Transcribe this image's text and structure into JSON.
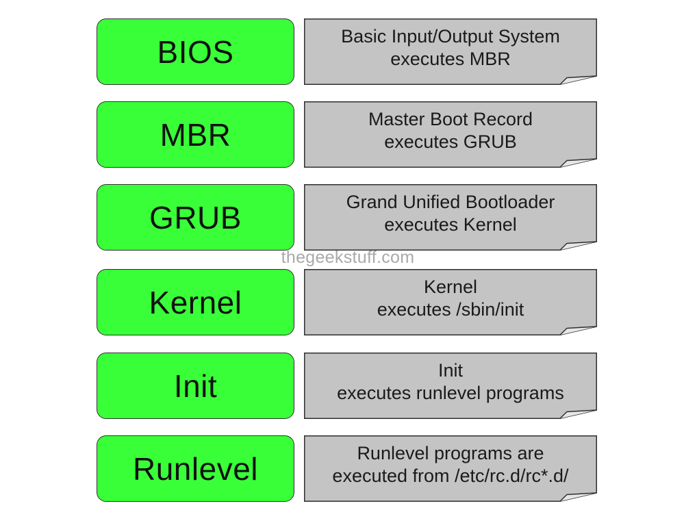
{
  "colors": {
    "stage_fill": "#39ff39",
    "note_fill": "#c4c4c4",
    "outline": "#2f2f2f",
    "watermark": "#a9a9a9"
  },
  "stages": [
    {
      "name": "BIOS",
      "description_lines": [
        "Basic Input/Output System",
        "executes MBR"
      ]
    },
    {
      "name": "MBR",
      "description_lines": [
        "Master Boot Record",
        "executes GRUB"
      ]
    },
    {
      "name": "GRUB",
      "description_lines": [
        "Grand Unified Bootloader",
        "executes Kernel"
      ]
    },
    {
      "name": "Kernel",
      "description_lines": [
        "Kernel",
        "executes /sbin/init"
      ]
    },
    {
      "name": "Init",
      "description_lines": [
        "Init",
        "executes runlevel programs"
      ]
    },
    {
      "name": "Runlevel",
      "description_lines": [
        "Runlevel programs are",
        "executed from /etc/rc.d/rc*.d/"
      ]
    }
  ],
  "watermark": "thegeekstuff.com"
}
